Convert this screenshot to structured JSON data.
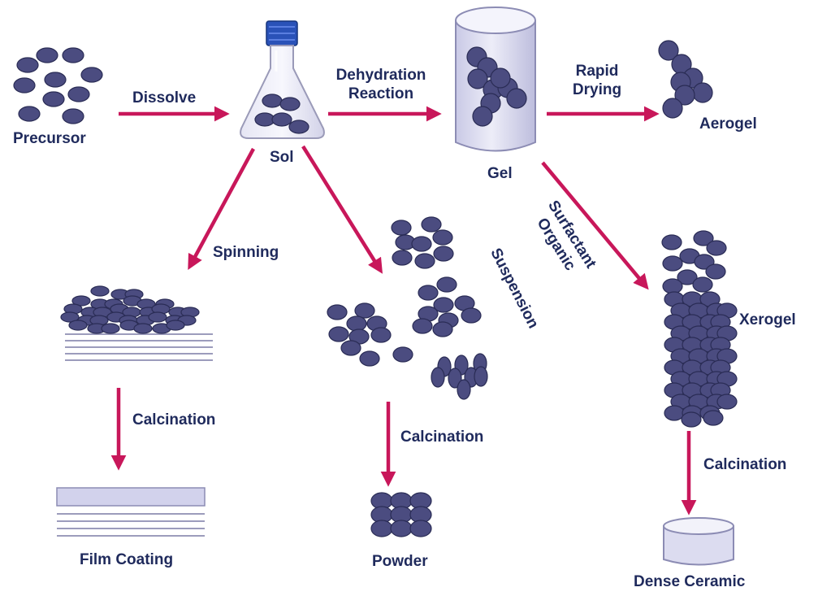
{
  "colors": {
    "particle_fill": "#4b4c80",
    "particle_stroke": "#2a2c55",
    "arrow": "#c8175a",
    "label_text": "#1f2a5c",
    "vessel_fill": "#dcdcf0",
    "vessel_stroke": "#8c8cb4",
    "cap": "#2a52b8",
    "film_line": "#9c9cbc"
  },
  "nodes": {
    "precursor": "Precursor",
    "sol": "Sol",
    "gel": "Gel",
    "aerogel": "Aerogel",
    "xerogel": "Xerogel",
    "film_coating": "Film Coating",
    "powder": "Powder",
    "dense_ceramic": "Dense Ceramic"
  },
  "steps": {
    "dissolve": "Dissolve",
    "dehydration_line1": "Dehydration",
    "dehydration_line2": "Reaction",
    "rapid_line1": "Rapid",
    "rapid_line2": "Drying",
    "spinning": "Spinning",
    "suspension": "Suspension",
    "surfactant_line1": "Surfactant",
    "surfactant_line2": "Organic",
    "calcination_film": "Calcination",
    "calcination_powder": "Calcination",
    "calcination_ceramic": "Calcination"
  },
  "icons": [
    "erlenmeyer-flask-icon",
    "cylinder-vessel-icon",
    "ceramic-disc-icon"
  ]
}
